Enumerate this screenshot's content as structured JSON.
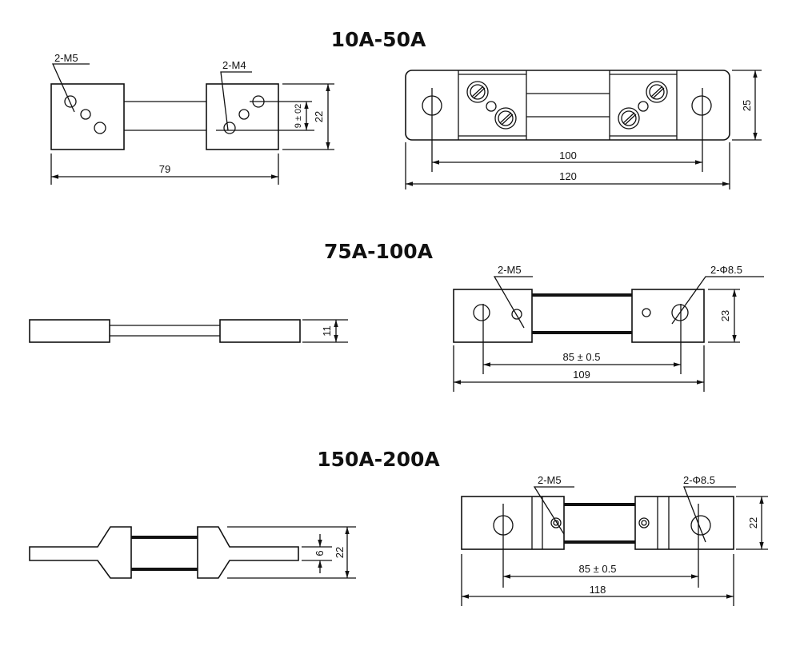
{
  "sections": [
    {
      "title": "10A-50A",
      "side_view": {
        "label_left": "2-M5",
        "label_right": "2-M4",
        "dim_pitch": "9 ± 02",
        "dim_height": "22",
        "dim_length": "79"
      },
      "top_view": {
        "dim_hole_spacing": "100",
        "dim_length": "120",
        "dim_height": "25"
      }
    },
    {
      "title": "75A-100A",
      "side_view": {
        "dim_thickness": "11"
      },
      "top_view": {
        "label_thread": "2-M5",
        "label_hole": "2-Φ8.5",
        "dim_hole_spacing": "85 ± 0.5",
        "dim_length": "109",
        "dim_height": "23"
      }
    },
    {
      "title": "150A-200A",
      "side_view": {
        "dim_thickness": "6",
        "dim_height": "22"
      },
      "top_view": {
        "label_thread": "2-M5",
        "label_hole": "2-Φ8.5",
        "dim_hole_spacing": "85 ± 0.5",
        "dim_length": "118",
        "dim_height": "22"
      }
    }
  ]
}
